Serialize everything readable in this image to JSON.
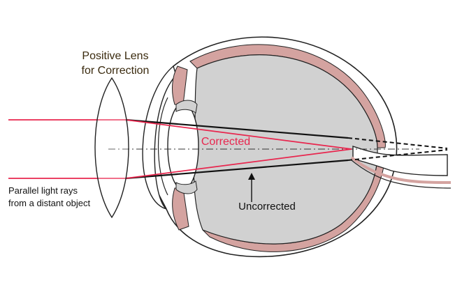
{
  "labels": {
    "lens_line1": "Positive Lens",
    "lens_line2": "for Correction",
    "rays_line1": "Parallel light rays",
    "rays_line2": "from a distant object",
    "corrected": "Corrected",
    "uncorrected": "Uncorrected"
  },
  "colors": {
    "corrected_ray": "#e8264e",
    "uncorrected_ray": "#111111",
    "lens_label": "#3a2a0e",
    "sclera_tissue": "#d4a3a0",
    "vitreous": "#d1d1d1",
    "outline": "#222222"
  }
}
